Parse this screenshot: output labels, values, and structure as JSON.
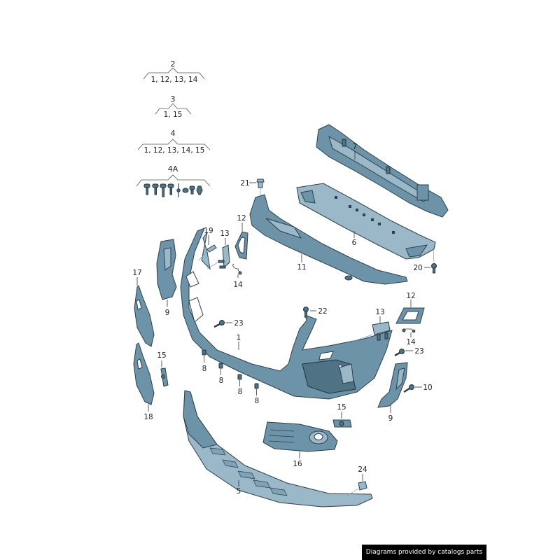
{
  "legend": {
    "groups": [
      {
        "id": "2",
        "label": "2",
        "contents": "1, 12, 13, 14"
      },
      {
        "id": "3",
        "label": "3",
        "contents": "1, 15"
      },
      {
        "id": "4",
        "label": "4",
        "contents": "1, 12, 13, 14, 15"
      },
      {
        "id": "4A",
        "label": "4A",
        "contents": "fastener kit (screws, clips, nuts)"
      }
    ]
  },
  "callouts": {
    "c1": "1",
    "c5": "5",
    "c6": "6",
    "c7": "7",
    "c8a": "8",
    "c8b": "8",
    "c8c": "8",
    "c8d": "8",
    "c9l": "9",
    "c9r": "9",
    "c10": "10",
    "c11": "11",
    "c12l": "12",
    "c12r": "12",
    "c13l": "13",
    "c13r": "13",
    "c14l": "14",
    "c14r": "14",
    "c15l": "15",
    "c15r": "15",
    "c16": "16",
    "c17": "17",
    "c18": "18",
    "c19": "19",
    "c20": "20",
    "c21": "21",
    "c22": "22",
    "c23l": "23",
    "c23r": "23",
    "c24": "24"
  },
  "parts": [
    {
      "number": "1",
      "name": "bumper cover (front)"
    },
    {
      "number": "5",
      "name": "lower spoiler / valance"
    },
    {
      "number": "6",
      "name": "underbody guard"
    },
    {
      "number": "7",
      "name": "energy absorber / impact bar"
    },
    {
      "number": "8",
      "name": "spacer clip"
    },
    {
      "number": "9",
      "name": "side guide bracket"
    },
    {
      "number": "10",
      "name": "screw"
    },
    {
      "number": "11",
      "name": "bumper support / upper bracket"
    },
    {
      "number": "12",
      "name": "tow eye cover frame"
    },
    {
      "number": "13",
      "name": "tow eye cover cap"
    },
    {
      "number": "14",
      "name": "retaining strap"
    },
    {
      "number": "15",
      "name": "holder"
    },
    {
      "number": "16",
      "name": "fog light grille (right)"
    },
    {
      "number": "17",
      "name": "grille insert (upper left)"
    },
    {
      "number": "18",
      "name": "fog light grille (left)"
    },
    {
      "number": "19",
      "name": "clip"
    },
    {
      "number": "20",
      "name": "screw"
    },
    {
      "number": "21",
      "name": "expanding rivet"
    },
    {
      "number": "22",
      "name": "screw"
    },
    {
      "number": "23",
      "name": "screw"
    },
    {
      "number": "24",
      "name": "clip nut"
    }
  ],
  "footer": {
    "credit": "Diagrams provided by catalogs parts"
  },
  "colors": {
    "part_fill": "#6d93a8",
    "part_light": "#9bb8c8",
    "outline": "#2c3f4b",
    "background": "#ffffff"
  }
}
